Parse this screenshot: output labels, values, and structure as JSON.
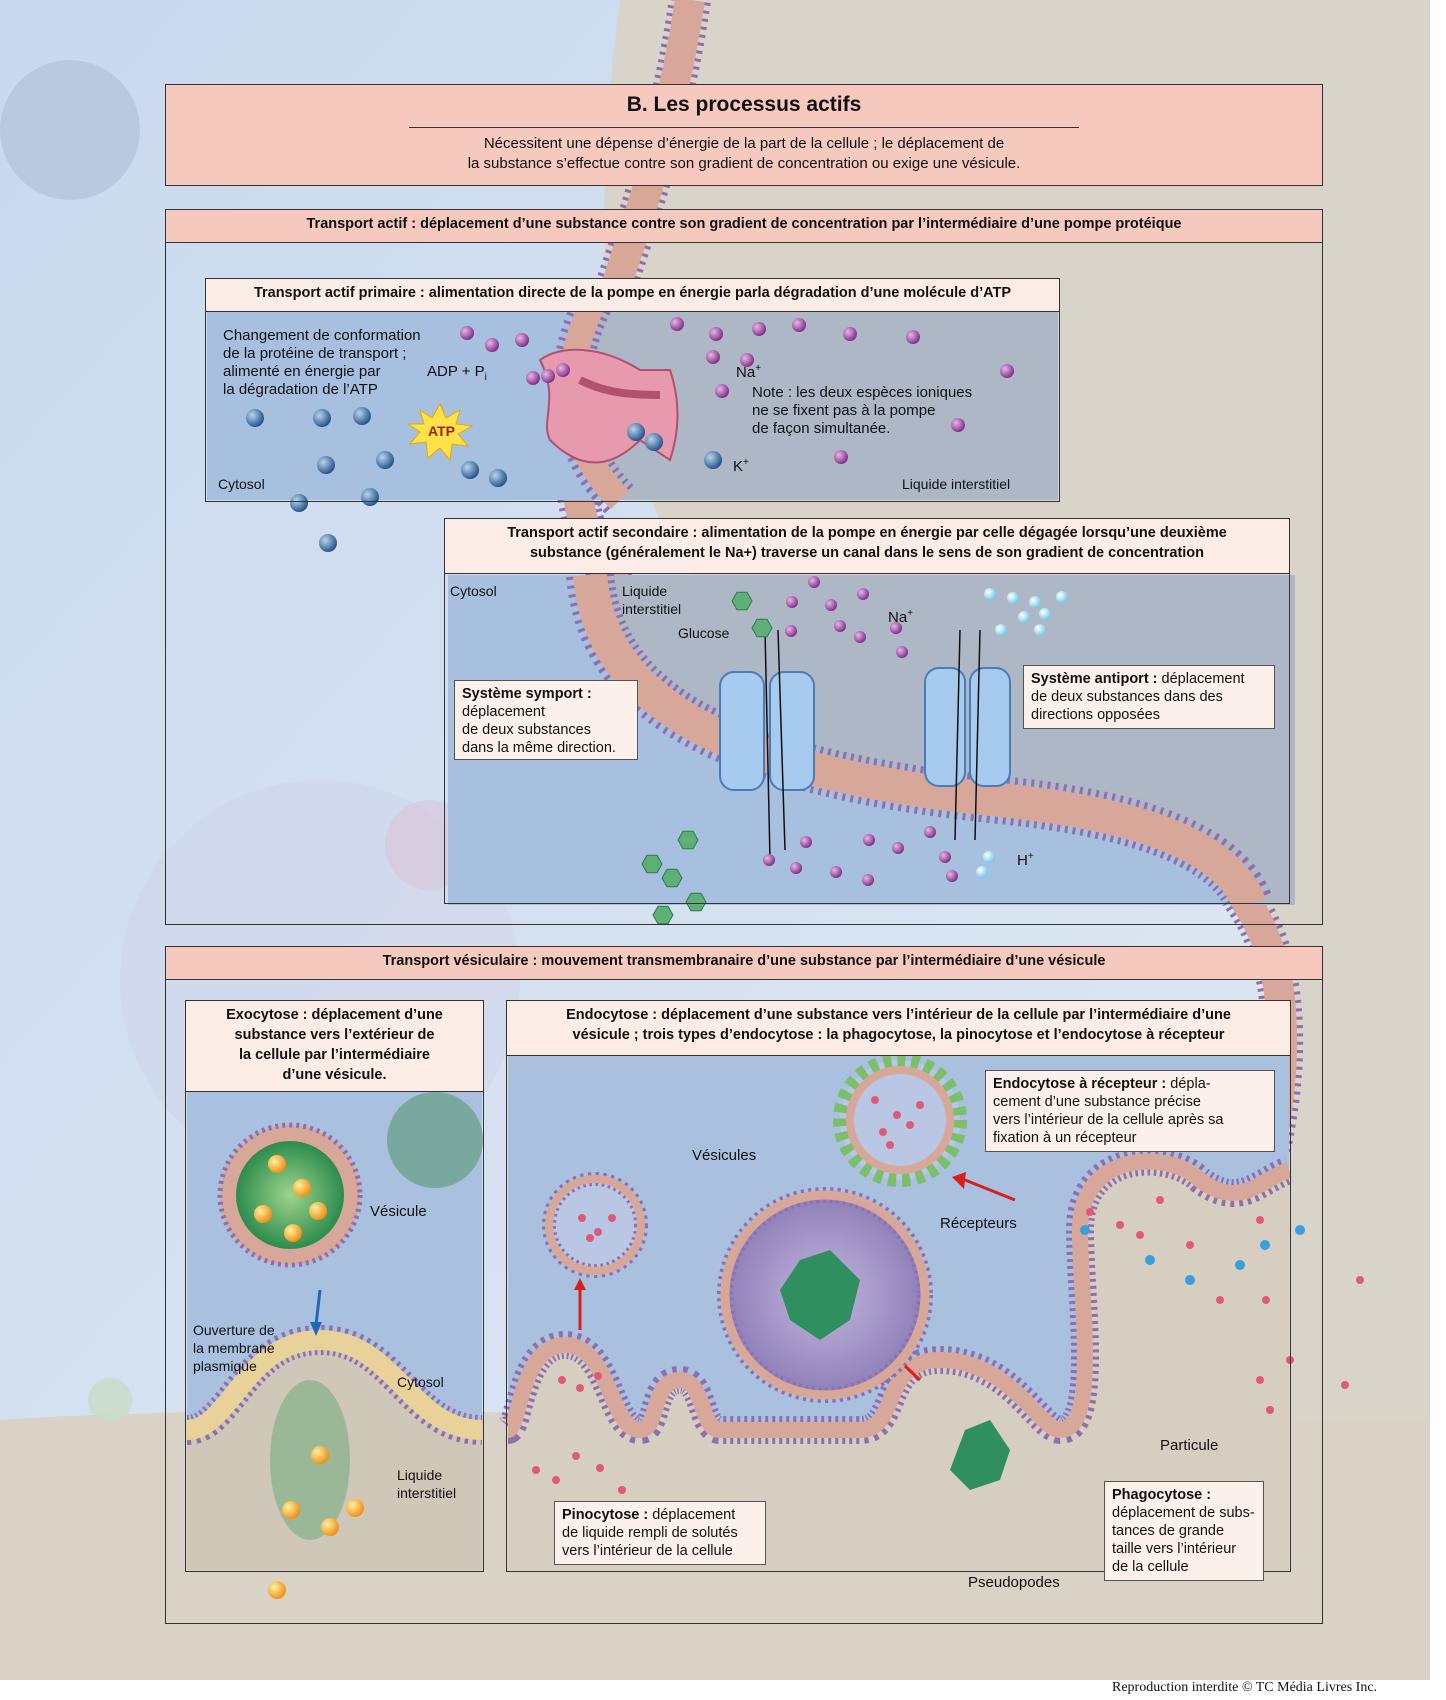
{
  "main": {
    "title": "B. Les processus actifs",
    "subtitle_line1": "Nécessitent une dépense d’énergie de la part de la cellule ; le déplacement de",
    "subtitle_line2": "la substance s’effectue contre son gradient de concentration ou exige une vésicule."
  },
  "active_transport": {
    "header": "Transport actif : déplacement d’une substance contre son gradient de concentration par l’intermédiaire d’une pompe protéique",
    "primary": {
      "header": "Transport actif primaire : alimentation directe de la pompe en énergie parla dégradation d’une molécule d’ATP",
      "conformation": [
        "Changement de conformation",
        "de la protéine de transport ;",
        "alimenté en énergie par",
        "la dégradation de l’ATP"
      ],
      "adp": "ADP + P",
      "adp_sub": "i",
      "atp": "ATP",
      "na": "Na",
      "k": "K",
      "plus": "+",
      "note": [
        "Note : les deux espèces ioniques",
        "ne se fixent pas à la pompe",
        "de façon simultanée."
      ],
      "cytosol": "Cytosol",
      "interstitial": "Liquide interstitiel"
    },
    "secondary": {
      "header_line1": "Transport actif secondaire : alimentation de la pompe en énergie par celle dégagée lorsqu’une deuxième",
      "header_line2": "substance (généralement le Na+) traverse un canal dans le sens de son gradient de concentration",
      "cytosol": "Cytosol",
      "interstitial": [
        "Liquide",
        "interstitiel"
      ],
      "glucose": "Glucose",
      "na": "Na",
      "h": "H",
      "plus": "+",
      "symport_title": "Système symport :",
      "symport_text": [
        "déplacement",
        "de deux substances",
        "dans la même direction."
      ],
      "antiport_title": "Système antiport :",
      "antiport_text": [
        " déplacement",
        "de deux substances dans des",
        "directions opposées"
      ]
    }
  },
  "vesicular": {
    "header": "Transport vésiculaire : mouvement transmembranaire d’une substance par l’intermédiaire d’une vésicule",
    "exocytosis": {
      "header": [
        "Exocytose : déplacement d’une",
        "substance vers l’extérieur de",
        "la cellule par l’intermédiaire",
        "d’une vésicule."
      ],
      "vesicle": "Vésicule",
      "opening": [
        "Ouverture de",
        "la membrane",
        "plasmique"
      ],
      "cytosol": "Cytosol",
      "interstitial": [
        "Liquide",
        "interstitiel"
      ]
    },
    "endocytosis": {
      "header_line1": "Endocytose : déplacement d’une substance vers l’intérieur de la cellule par l’intermédiaire d’une",
      "header_line2": "vésicule ; trois types d’endocytose : la phagocytose, la pinocytose et l’endocytose à récepteur",
      "vesicles": "Vésicules",
      "receptors": "Récepteurs",
      "particle": "Particule",
      "pseudopods": "Pseudopodes",
      "receptor_title": "Endocytose à récepteur :",
      "receptor_text": [
        " dépla-",
        "cement d’une substance précise",
        "vers l’intérieur de la cellule après sa",
        "fixation à un récepteur"
      ],
      "pino_title": "Pinocytose :",
      "pino_text": [
        " déplacement",
        "de liquide rempli de solutés",
        "vers l’intérieur de la cellule"
      ],
      "phago_title": "Phagocytose :",
      "phago_text": [
        "déplacement de subs-",
        "tances de grande",
        "taille vers l’intérieur",
        "de la cellule"
      ]
    }
  },
  "copyright": "Reproduction interdite © TC Média Livres Inc."
}
